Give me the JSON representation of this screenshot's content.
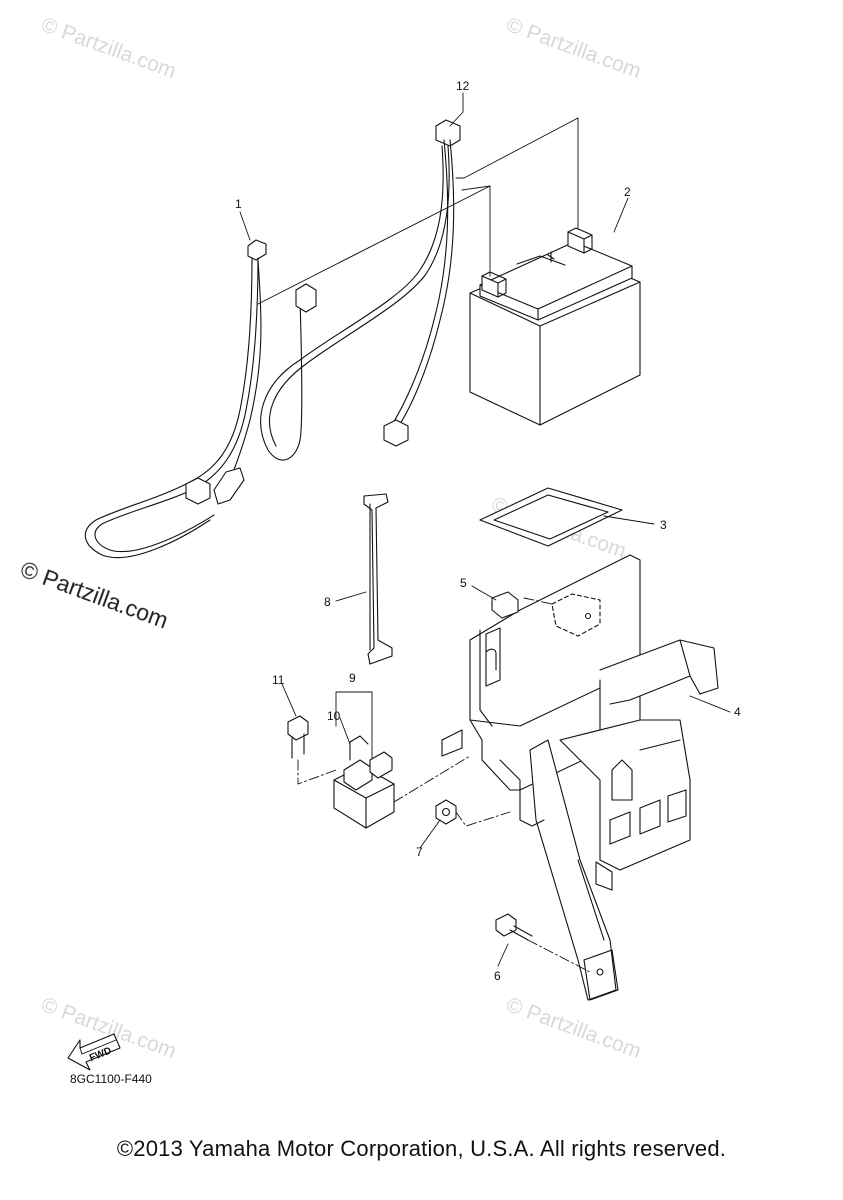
{
  "callouts": {
    "c1": "1",
    "c2": "2",
    "c3": "3",
    "c4": "4",
    "c5": "5",
    "c6": "6",
    "c7": "7",
    "c8": "8",
    "c9": "9",
    "c10": "10",
    "c11": "11",
    "c12": "12"
  },
  "watermarks": {
    "small": "© Partzilla.com",
    "large": "© Partzilla.com"
  },
  "fwd_label": "FWD",
  "part_code": "8GC1100-F440",
  "copyright": "©2013 Yamaha Motor Corporation, U.S.A. All rights reserved."
}
